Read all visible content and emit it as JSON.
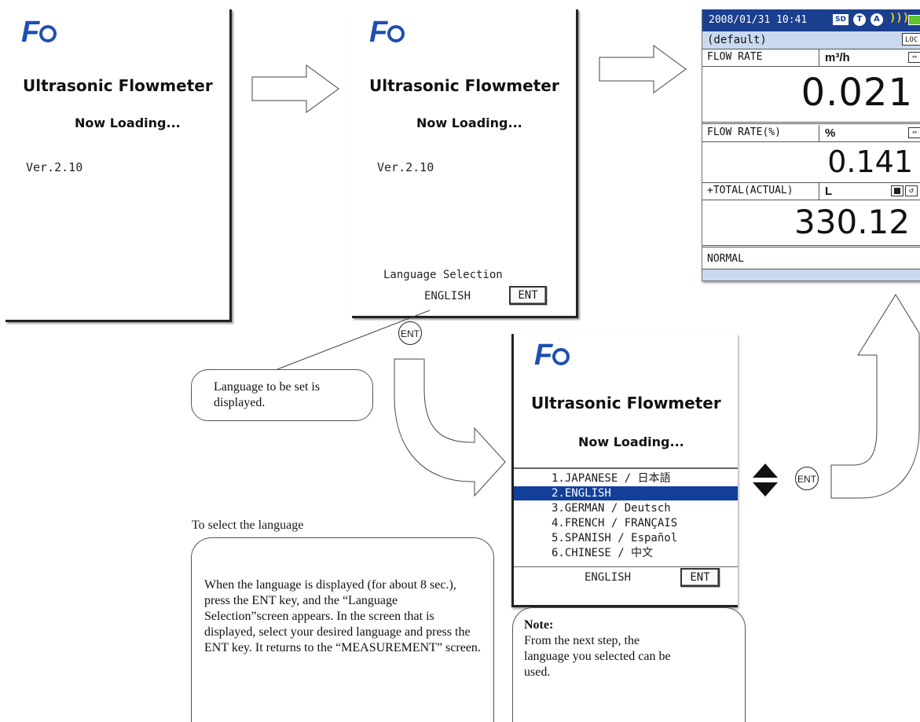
{
  "boot_screen": {
    "title": "Ultrasonic  Flowmeter",
    "loading": "Now  Loading...",
    "version": "Ver.2.10"
  },
  "language_screen": {
    "title": "Ultrasonic  Flowmeter",
    "loading": "Now  Loading...",
    "version": "Ver.2.10",
    "selection_label": "Language Selection",
    "current_language": "ENGLISH",
    "ent_label": "ENT"
  },
  "measurement_screen": {
    "datetime": "2008/01/31  10:41",
    "status_icons": [
      "SD",
      "T",
      "A",
      "wave-icon",
      "battery-icon"
    ],
    "profile": "(default)",
    "lock_label": "LOC",
    "rows": [
      {
        "label": "FLOW RATE",
        "unit": "m³/h",
        "value": "0.021"
      },
      {
        "label": "FLOW RATE(%)",
        "unit": "%",
        "value": "0.141"
      },
      {
        "label": "+TOTAL(ACTUAL)",
        "unit": "L",
        "value": "330.12"
      }
    ],
    "status": "NORMAL"
  },
  "selection_screen": {
    "title": "Ultrasonic  Flowmeter",
    "loading": "Now  Loading...",
    "languages": [
      "1.JAPANESE / 日本語",
      "2.ENGLISH",
      "3.GERMAN / Deutsch",
      "4.FRENCH / FRANÇAIS",
      "5.SPANISH / Español",
      "6.CHINESE / 中文"
    ],
    "selected_index": 1,
    "current_language": "ENGLISH",
    "ent_label": "ENT"
  },
  "ent_key_label": "ENT",
  "callouts": {
    "language_displayed": "Language to be set is displayed.",
    "select_heading": "To select the language",
    "select_body": "When the language is displayed (for about 8 sec.), press the ENT key, and the “Language Selection”screen appears. In the screen that is displayed, select your desired language and press the ENT key.  It returns to the “MEASUREMENT” screen.",
    "note_heading": "Note:",
    "note_body": "From the next step, the language you selected can be used."
  },
  "colors": {
    "logo_blue": "#1f4fb0",
    "header_blue": "#1a3f8f",
    "panel_blue": "#c9d9ef",
    "highlight": "#123f9a"
  }
}
